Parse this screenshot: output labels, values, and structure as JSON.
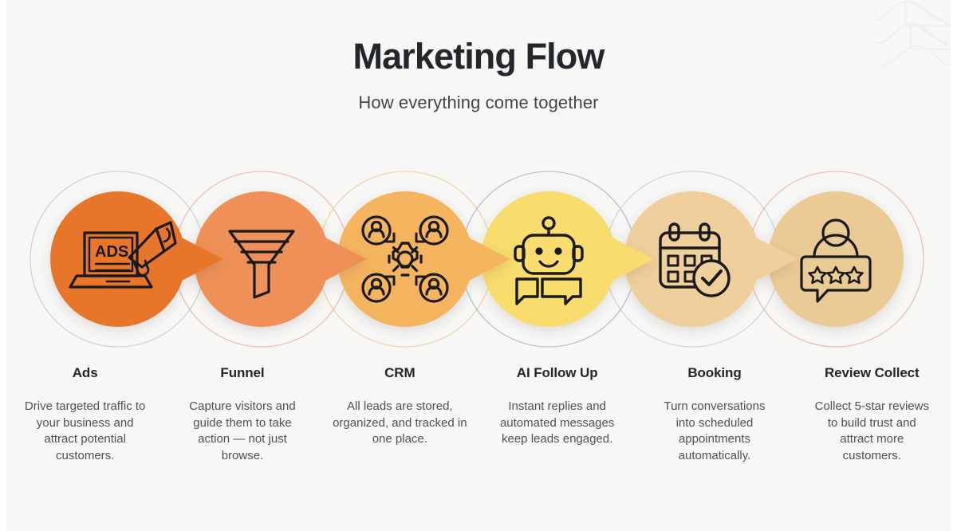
{
  "header": {
    "title": "Marketing Flow",
    "subtitle": "How everything come together"
  },
  "theme": {
    "background": "#f7f7f6",
    "title_color": "#23262b",
    "subtitle_color": "#42464c",
    "description_color": "#4d5158",
    "icon_stroke": "#1a1a1a"
  },
  "steps": [
    {
      "id": "ads",
      "label": "Ads",
      "description": "Drive targeted traffic to your business and attract potential customers.",
      "icon": "laptop-megaphone-ads-icon",
      "fill": "#e8762c",
      "ring": "#b9c9c4"
    },
    {
      "id": "funnel",
      "label": "Funnel",
      "description": "Capture visitors and guide them to take action — not just browse.",
      "icon": "funnel-icon",
      "fill": "#ef9058",
      "ring": "#e8a3a0"
    },
    {
      "id": "crm",
      "label": "CRM",
      "description": "All leads are stored, organized, and tracked in one place.",
      "icon": "crm-gear-users-icon",
      "fill": "#f5b55f",
      "ring": "#f3c98f"
    },
    {
      "id": "ai-follow-up",
      "label": "AI Follow Up",
      "description": "Instant replies and automated messages keep leads engaged.",
      "icon": "robot-chat-icon",
      "fill": "#f8dc6e",
      "ring": "#9aa9bb"
    },
    {
      "id": "booking",
      "label": "Booking",
      "description": "Turn conversations into scheduled appointments automatically.",
      "icon": "calendar-check-icon",
      "fill": "#efcf9b",
      "ring": "#bcd0c9"
    },
    {
      "id": "review-collect",
      "label": "Review Collect",
      "description": "Collect 5-star reviews to build trust and attract more customers.",
      "icon": "review-stars-person-icon",
      "fill": "#eaca95",
      "ring": "#e8a3a0"
    }
  ]
}
